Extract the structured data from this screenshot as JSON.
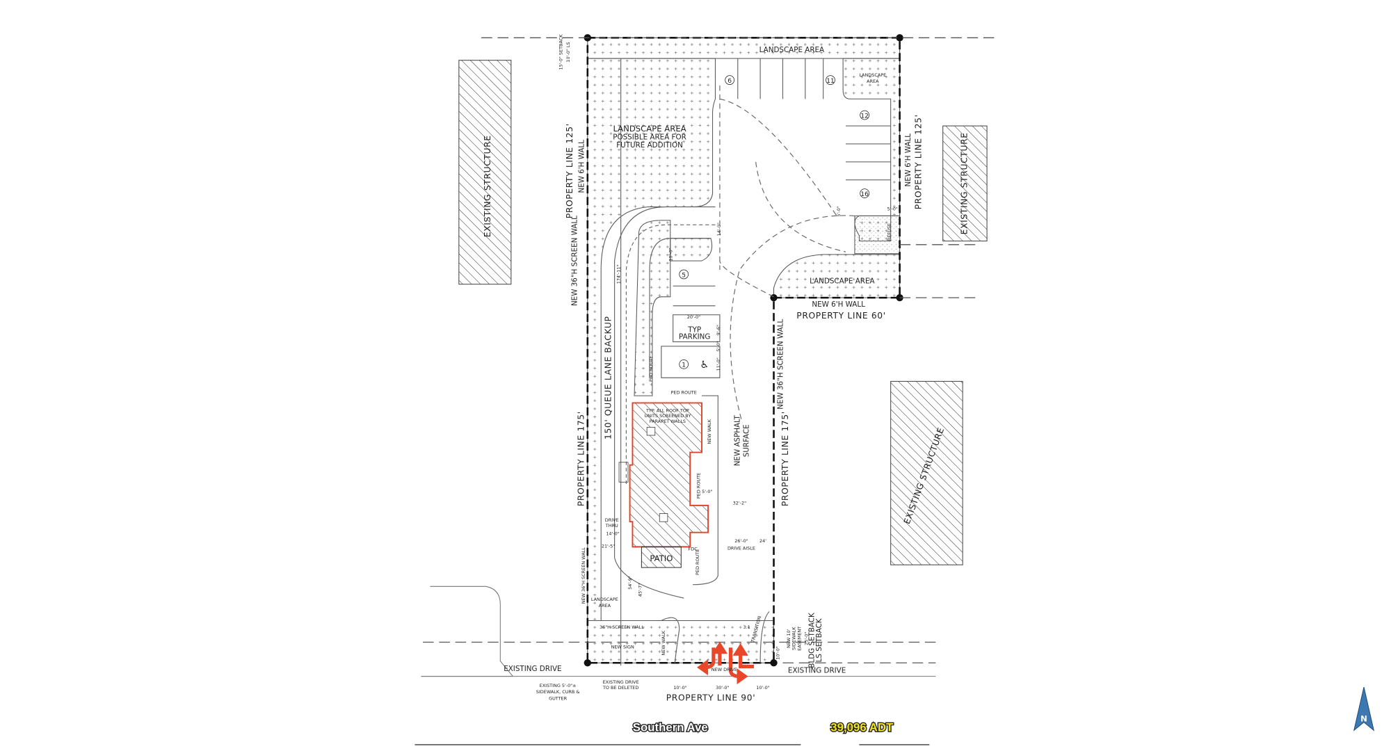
{
  "colors": {
    "building_outline": "#e0452b",
    "access_arrows": "#e8472a",
    "adt_text": "#f4e61a",
    "north_arrow": "#3e78b0"
  },
  "labels": {
    "landscape_top": "LANDSCAPE AREA",
    "setback_15": "15'-0\" SETBACK",
    "ls_10": "10'-0\" LS",
    "landscape_ne_1": "LANDSCAPE",
    "landscape_ne_2": "AREA",
    "future_1": "LANDSCAPE AREA",
    "future_2": "POSSIBLE AREA FOR",
    "future_3": "FUTURE ADDITION",
    "pl_west_125": "PROPERTY LINE 125'",
    "wall_west_6h": "NEW 6'H WALL",
    "pl_east_125": "PROPERTY LINE 125'",
    "wall_east_6h": "NEW 6'H WALL",
    "existing_structure": "EXISTING STRUCTURE",
    "screen_wall_w": "NEW 36\"H SCREEN WALL",
    "dim_14": "14'-0\"",
    "dim_10": "10'-0\"",
    "dim_174": "174'-11\"",
    "refuse": "REFUSE",
    "dim_5a": "5'-0\"",
    "dim_5b": "5'-0\"",
    "landscape_se": "LANDSCAPE AREA",
    "wall_6h_n": "NEW 6'H WALL",
    "pl_60": "PROPERTY LINE 60'",
    "dim_20": "20'-0\"",
    "typ_parking_1": "TYP",
    "typ_parking_2": "PARKING",
    "dim_9_6": "9'-6\"",
    "dim_5c": "5'-0\"",
    "dim_11": "11'-0\"",
    "queue": "150' QUEUE LANE BACKUP",
    "screen_wall_e": "NEW 36\"H SCREEN WALL",
    "ped_route": "PED ROUTE",
    "rooftop_1": "TYP. ALL ROOF TOP",
    "rooftop_2": "UNITS SCREENED BY",
    "rooftop_3": "PARAPET WALLS",
    "new_walk": "NEW WALK",
    "asphalt_1": "NEW ASPHALT",
    "asphalt_2": "SURFACE",
    "pl_west_175": "PROPERTY LINE 175'",
    "pl_east_175": "PROPERTY LINE 175'",
    "dim_5d": "5'-0\"",
    "dim_32": "32'-2\"",
    "drive_thru_1": "DRIVE",
    "drive_thru_2": "THRU",
    "dim_14b": "14'-0\"",
    "dim_21": "21'-5\"",
    "dim_26": "26'-0\"",
    "dim_24": "24'",
    "drive_aisle": "DRIVE AISLE",
    "patio": "PATIO",
    "fdc": "FDC",
    "screen_wall_sw": "NEW 36\"H SCREEN WALL",
    "dim_54": "54'-9\"",
    "dim_45": "45'-7\"",
    "landscape_sw_1": "LANDSCAPE",
    "landscape_sw_2": "AREA",
    "screen_wall_s": "36\"H SCREEN WALL",
    "new_sign": "NEW SIGN",
    "new_walk_s": "NEW WALK",
    "transition_1": "3:1",
    "transition_2": "TRANSITION",
    "easement_1": "NEW 10'",
    "easement_2": "SIDEWALK",
    "easement_3": "EASEMENT",
    "dim_25": "25'-0\"",
    "bldg_setback": "BLDG SETBACK",
    "ls_setback": "LS SETBACK",
    "dim_10b": "10'-0\"",
    "existing_drive_w": "EXISTING DRIVE",
    "existing_drive_e": "EXISTING DRIVE",
    "new_drive": "NEW DRIVE",
    "sidewalk_1": "EXISTING 5'-0\"±",
    "sidewalk_2": "SIDEWALK, CURB &",
    "sidewalk_3": "GUTTER",
    "deleted_1": "EXISTING DRIVE",
    "deleted_2": "TO BE DELETED",
    "dim_10c": "10'-0\"",
    "dim_30": "30'-0\"",
    "dim_10d": "10'-0\"",
    "pl_90": "PROPERTY LINE 90'",
    "street": "Southern Ave",
    "adt": "39,096 ADT",
    "north": "N"
  },
  "stalls": [
    "6",
    "11",
    "12",
    "16",
    "5",
    "1"
  ]
}
